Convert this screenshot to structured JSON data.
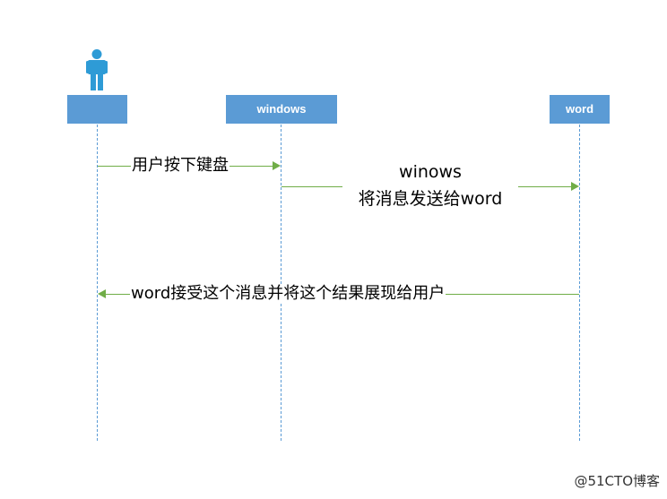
{
  "lifelines": {
    "user": {
      "label": ""
    },
    "windows": {
      "label": "windows"
    },
    "word": {
      "label": "word"
    }
  },
  "messages": [
    {
      "from": "user",
      "to": "windows",
      "text": "用户按下键盘"
    },
    {
      "from": "windows",
      "to": "word",
      "line1": "winows",
      "line2": "将消息发送给word"
    },
    {
      "from": "word",
      "to": "user",
      "text": "word接受这个消息并将这个结果展现给用户"
    }
  ],
  "watermark": "@51CTO博客",
  "colors": {
    "lifeline_box": "#5b9bd5",
    "lifeline_dash": "#5b9bd5",
    "message_arrow": "#70ad47",
    "actor_icon": "#2e9bd6"
  },
  "icons": {
    "actor": "person-icon"
  }
}
